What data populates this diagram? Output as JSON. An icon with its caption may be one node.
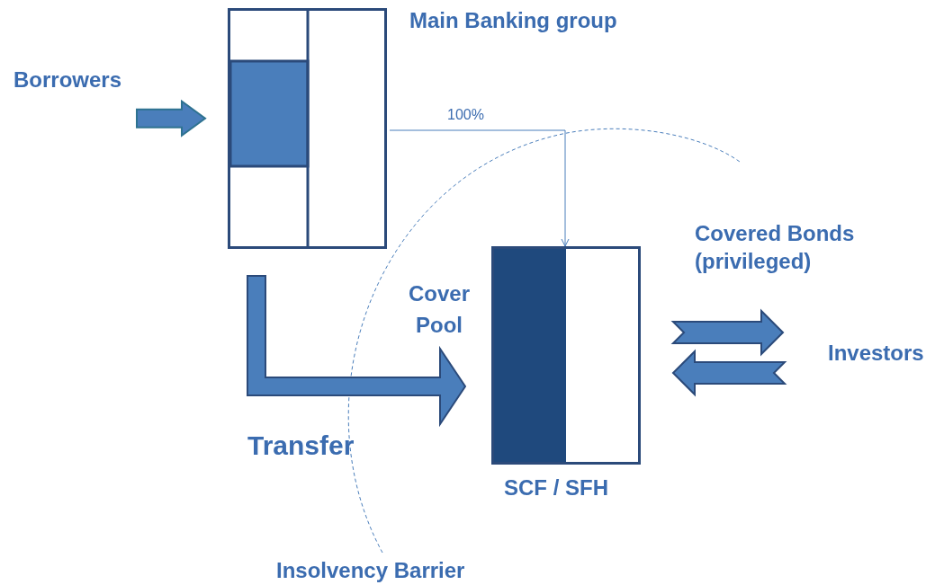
{
  "diagram": {
    "nodes": [
      {
        "text": [
          "Borrowers"
        ]
      },
      {
        "text": [
          "Main Banking group"
        ]
      },
      {
        "text": [
          "SCF / SFH"
        ],
        "beside": [
          "Cover Pool"
        ]
      },
      {
        "text": [
          "Investors"
        ]
      }
    ],
    "edges": [
      {
        "from": 0,
        "to": 1,
        "arrow": "to",
        "style": "thick"
      },
      {
        "from": 1,
        "to": 2,
        "arrow": "to",
        "label": "100%"
      },
      {
        "from": 1,
        "to": 2,
        "arrow": "to",
        "style": "thick",
        "label": "Transfer"
      },
      {
        "from": 2,
        "to": 3,
        "arrow": "to",
        "style": "thick",
        "label": "Covered Bonds (privileged)"
      },
      {
        "from": 3,
        "to": 2,
        "arrow": "to",
        "style": "thick"
      }
    ],
    "labels": [
      "Insolvency Barrier"
    ]
  }
}
